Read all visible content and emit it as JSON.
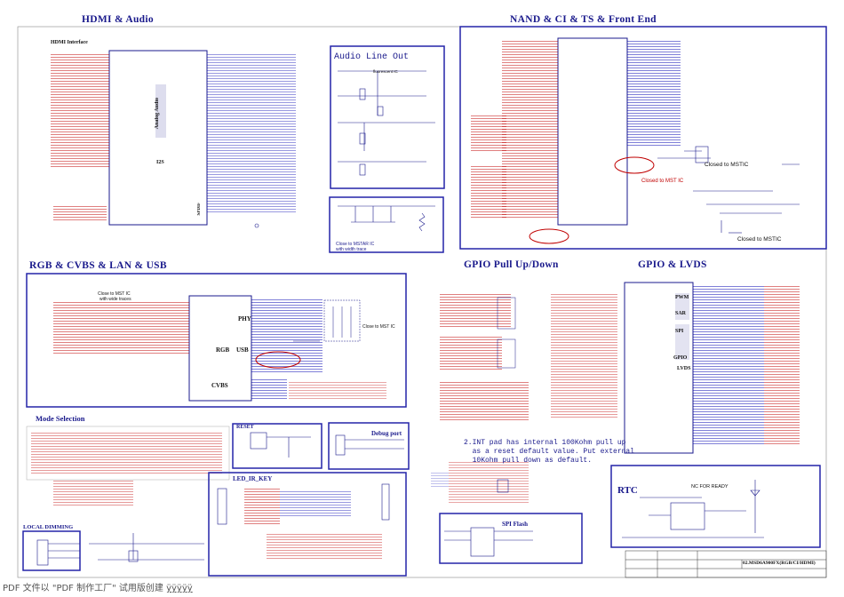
{
  "sections": {
    "hdmi_audio": "HDMI & Audio",
    "nand_ci": "NAND & CI & TS & Front End",
    "rgb_cvbs": "RGB & CVBS & LAN & USB",
    "gpio_pull": "GPIO Pull Up/Down",
    "gpio_lvds": "GPIO & LVDS",
    "mode_selection": "Mode Selection",
    "local_dimming": "LOCAL DIMMING",
    "led_ir_key": "LED_IR_KEY",
    "reset": "RESET",
    "debug_port": "Debug port",
    "spi_flash": "SPI Flash",
    "rtc": "RTC"
  },
  "labels": {
    "hdmi_interface": "HDMI Interface",
    "audio_line_out": "Audio Line Out",
    "close_to_mstar": "Close to MSTAR IC",
    "with_width_trace": "with width trace",
    "closed_to_mstic": "Closed to MSTIC",
    "closed_to_mst_ic": "Closed to MST IC",
    "close_to_mst_ic": "Close to MST IC",
    "with_wide_traces": "with wide traces",
    "close_to_mst_ic_rgb": "Close to MST IC",
    "nc_for_ready": "NC FOR READY",
    "analog_audio": "Analog Audio",
    "i2s": "I2S",
    "spdif": "SPDIF",
    "rgb": "RGB",
    "usb": "USB",
    "phy": "PHY",
    "cvbs": "CVBS",
    "pwm": "PWM",
    "sar": "SAR",
    "spi": "SPI",
    "gpio": "GPIO",
    "lvds": "LVDS",
    "fluorescent_ic": "fluorescent IC"
  },
  "gpio_note": "2.INT pad has internal 100Kohm pull up\n  as a reset default value. Put external\n  10Kohm pull down as default.",
  "title_block": {
    "title": "02.MSD6A900FX(RGB/CI/HDMI)"
  },
  "footer": {
    "text": "PDF 文件以 \"PDF 制作工厂\" 试用版创建",
    "link": "ÿÿÿÿÿ"
  }
}
